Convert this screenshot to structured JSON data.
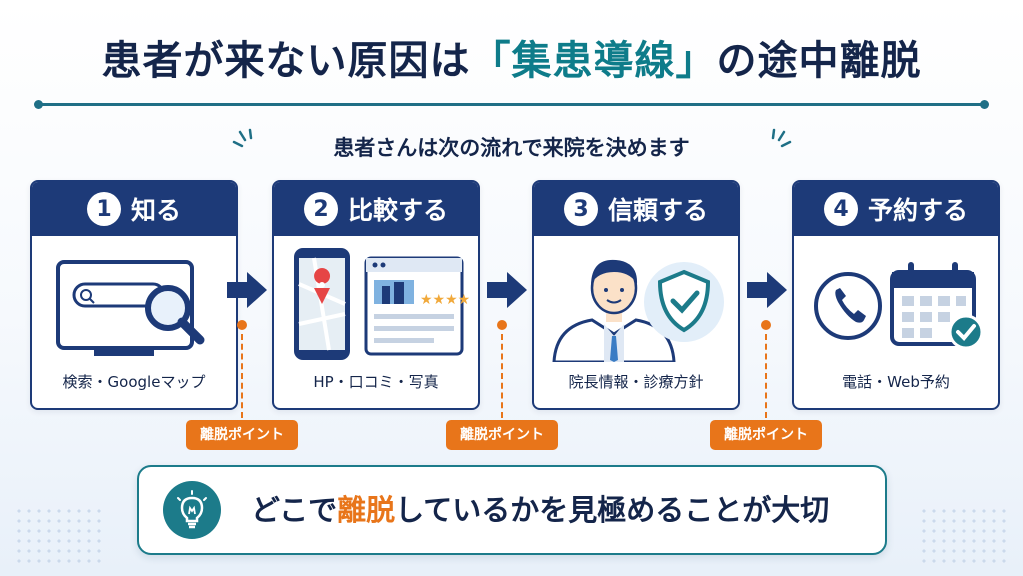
{
  "title": {
    "pre": "患者が来ない原因は",
    "highlight": "「集患導線」",
    "post": "の途中離脱"
  },
  "subtitle": "患者さんは次の流れで来院を決めます",
  "steps": [
    {
      "number": "1",
      "label": "知る",
      "caption": "検索・Googleマップ"
    },
    {
      "number": "2",
      "label": "比較する",
      "caption": "HP・口コミ・写真"
    },
    {
      "number": "3",
      "label": "信頼する",
      "caption": "院長情報・診療方針"
    },
    {
      "number": "4",
      "label": "予約する",
      "caption": "電話・Web予約"
    }
  ],
  "exit_points": [
    "離脱ポイント",
    "離脱ポイント",
    "離脱ポイント"
  ],
  "conclusion": {
    "pre": "どこで",
    "highlight": "離脱",
    "post": "しているかを見極めることが大切"
  },
  "colors": {
    "navy": "#1d3a78",
    "teal": "#1c7b8a",
    "orange": "#e8751a"
  },
  "icons": [
    "search-monitor-icon",
    "smartphone-map-icon",
    "review-page-icon",
    "doctor-icon",
    "shield-check-icon",
    "phone-icon",
    "calendar-check-icon",
    "lightbulb-icon"
  ]
}
